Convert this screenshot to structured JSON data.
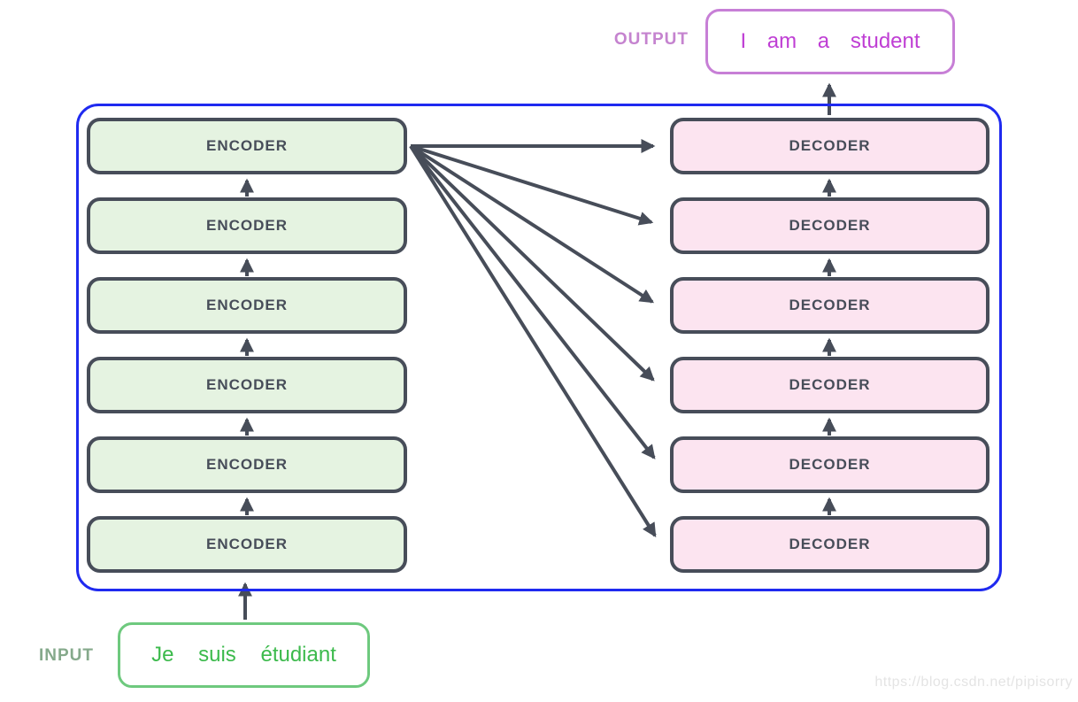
{
  "diagram": {
    "output": {
      "label": "OUTPUT",
      "text": "I am a student"
    },
    "input": {
      "label": "INPUT",
      "text": "Je suis étudiant"
    },
    "encoders": [
      {
        "label": "ENCODER"
      },
      {
        "label": "ENCODER"
      },
      {
        "label": "ENCODER"
      },
      {
        "label": "ENCODER"
      },
      {
        "label": "ENCODER"
      },
      {
        "label": "ENCODER"
      }
    ],
    "decoders": [
      {
        "label": "DECODER"
      },
      {
        "label": "DECODER"
      },
      {
        "label": "DECODER"
      },
      {
        "label": "DECODER"
      },
      {
        "label": "DECODER"
      },
      {
        "label": "DECODER"
      }
    ],
    "watermark": "https://blog.csdn.net/pipisorry"
  },
  "colors": {
    "slate": "#474d59",
    "blue": "#1f2af0",
    "enc-fill": "#e5f3e1",
    "dec-fill": "#fce4f0",
    "green-border": "#6ec97e",
    "green-text": "#3cba4c",
    "green-label": "#85a98b",
    "purple-border": "#c77fd6",
    "purple-text": "#bf3ed4",
    "purple-label": "#c583cf",
    "watermark": "#e4e4e4"
  }
}
